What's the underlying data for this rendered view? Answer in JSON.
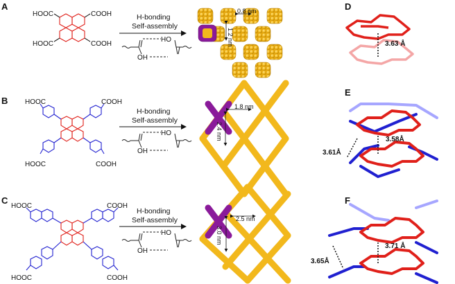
{
  "panels": {
    "A": "A",
    "B": "B",
    "C": "C",
    "D": "D",
    "E": "E",
    "F": "F"
  },
  "chem": {
    "cooh": "COOH",
    "hooc": "HOOC",
    "ho": "HO",
    "oh": "OH"
  },
  "arrow": {
    "line1": "H-bonding",
    "line2": "Self-assembly"
  },
  "dimensions": {
    "A_pore": "0.8 nm",
    "A_side": "1.2 nm",
    "B_pore": "1.8 nm",
    "B_side": "2.4 nm",
    "C_pore": "2.5 nm",
    "C_side": "3.0 nm"
  },
  "stacking": {
    "D_dist": "3.63 Å",
    "E_dist1": "3.58Å",
    "E_dist2": "3.61Å",
    "F_dist1": "3.71 Å",
    "F_dist2": "3.65Å"
  },
  "colors": {
    "core": "#e0201a",
    "arm": "#2020d0",
    "framework": "#f2b81c",
    "highlight": "#8a1a9a"
  }
}
